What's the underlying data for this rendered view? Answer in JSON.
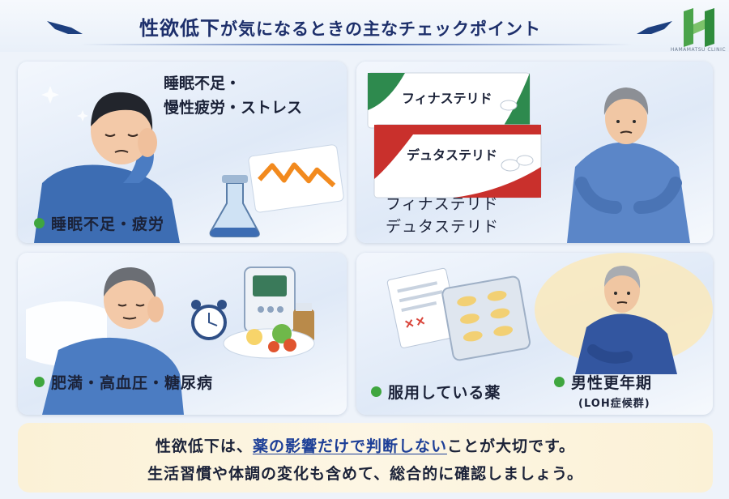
{
  "header": {
    "title_highlight": "性欲低下",
    "title_rest": "が気になるときの主なチェックポイント",
    "logo_text": "HAMAMATSU CLINIC"
  },
  "panels": [
    {
      "id": "sleep",
      "label": "睡眠不足・疲労",
      "callout_line1": "睡眠不足・",
      "callout_line2": "慢性疲労・ストレス"
    },
    {
      "id": "drugs",
      "box1": "フィナステリド",
      "box2": "デュタステリド",
      "caption_line1": "フィナステリド",
      "caption_line2": "デュタステリド"
    },
    {
      "id": "lifestyle",
      "label": "肥満・高血圧・糖尿病"
    },
    {
      "id": "medication",
      "label": "服用している薬",
      "label2": "男性更年期",
      "label2_sub": "(LOH症候群)"
    }
  ],
  "bottom": {
    "line1_pre": "性欲低下は、",
    "line1_em": "薬の影響だけで判断しない",
    "line1_post": "ことが大切です。",
    "line2": "生活習慣や体調の変化も含めて、総合的に確認しましょう。"
  },
  "colors": {
    "navy": "#1d2f6b",
    "accent_green": "#3fa63f",
    "panel_blue": "#dfe9f7",
    "bottom_cream": "#fbf1d6",
    "finasteride_green": "#2e8a4e",
    "dutasteride_red": "#c9302c"
  }
}
